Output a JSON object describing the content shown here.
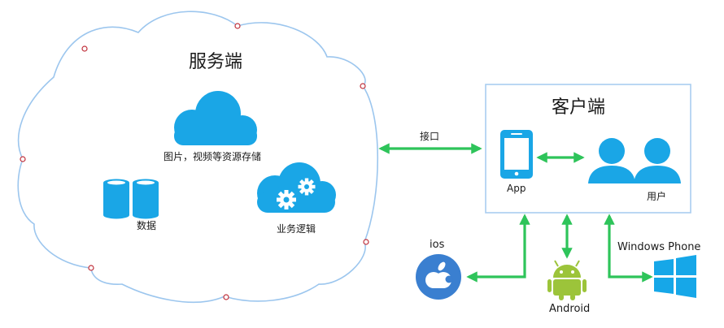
{
  "server": {
    "title": "服务端",
    "media_label": "图片，视频等资源存储",
    "data_label": "数据",
    "logic_label": "业务逻辑"
  },
  "interface_label": "接口",
  "client": {
    "title": "客户端",
    "app_label": "App",
    "users_label": "用户"
  },
  "platforms": {
    "ios": "ios",
    "android": "Android",
    "windows_phone": "Windows Phone"
  },
  "colors": {
    "cloud_outline": "#9cc6ee",
    "client_border": "#a9cdf0",
    "icon_blue": "#1aa6e6",
    "arrow_green": "#2ec45a",
    "ios_blue": "#3a7fd0",
    "android_green": "#9cc43a",
    "windows_blue": "#16a7e8",
    "handle_red": "#c0303b"
  },
  "icons": [
    "cloud-storage-icon",
    "database-icon",
    "gears-cloud-icon",
    "phone-icon",
    "users-icon",
    "apple-icon",
    "android-icon",
    "windows-icon"
  ]
}
